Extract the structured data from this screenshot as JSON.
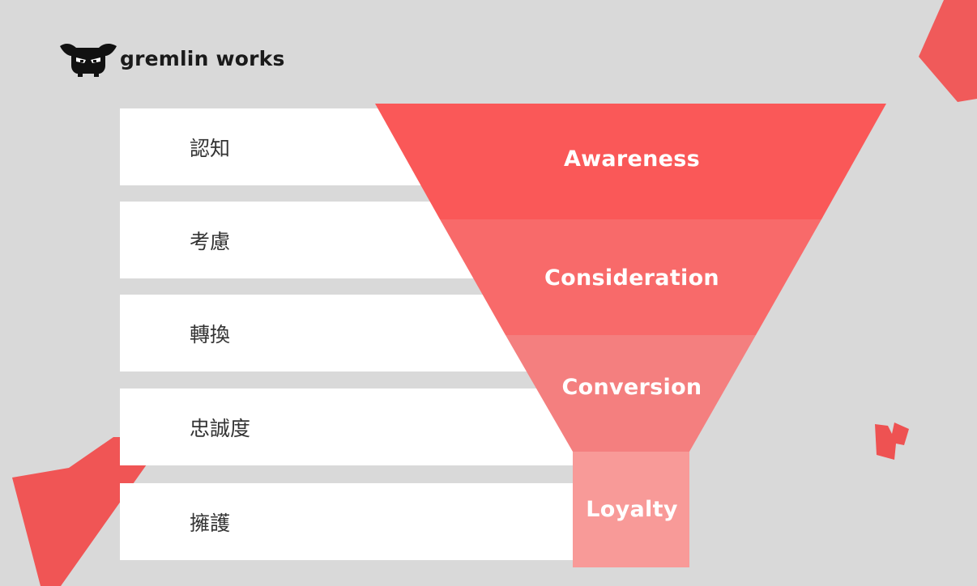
{
  "brand": {
    "name": "gremlin works",
    "logo_icon": "gremlin-face-icon"
  },
  "colors": {
    "background": "#d9d9d9",
    "card": "#ffffff",
    "accent": "#f05555",
    "stage_1": "#fa5858",
    "stage_2": "#f86a6a",
    "stage_3": "#f47f7f",
    "stage_4": "#f89a98"
  },
  "funnel": {
    "stages": [
      {
        "jp": "認知",
        "en": "Awareness"
      },
      {
        "jp": "考慮",
        "en": "Consideration"
      },
      {
        "jp": "轉換",
        "en": "Conversion"
      },
      {
        "jp": "忠誠度",
        "en": ""
      },
      {
        "jp": "擁護",
        "en": "Loyalty"
      }
    ]
  }
}
